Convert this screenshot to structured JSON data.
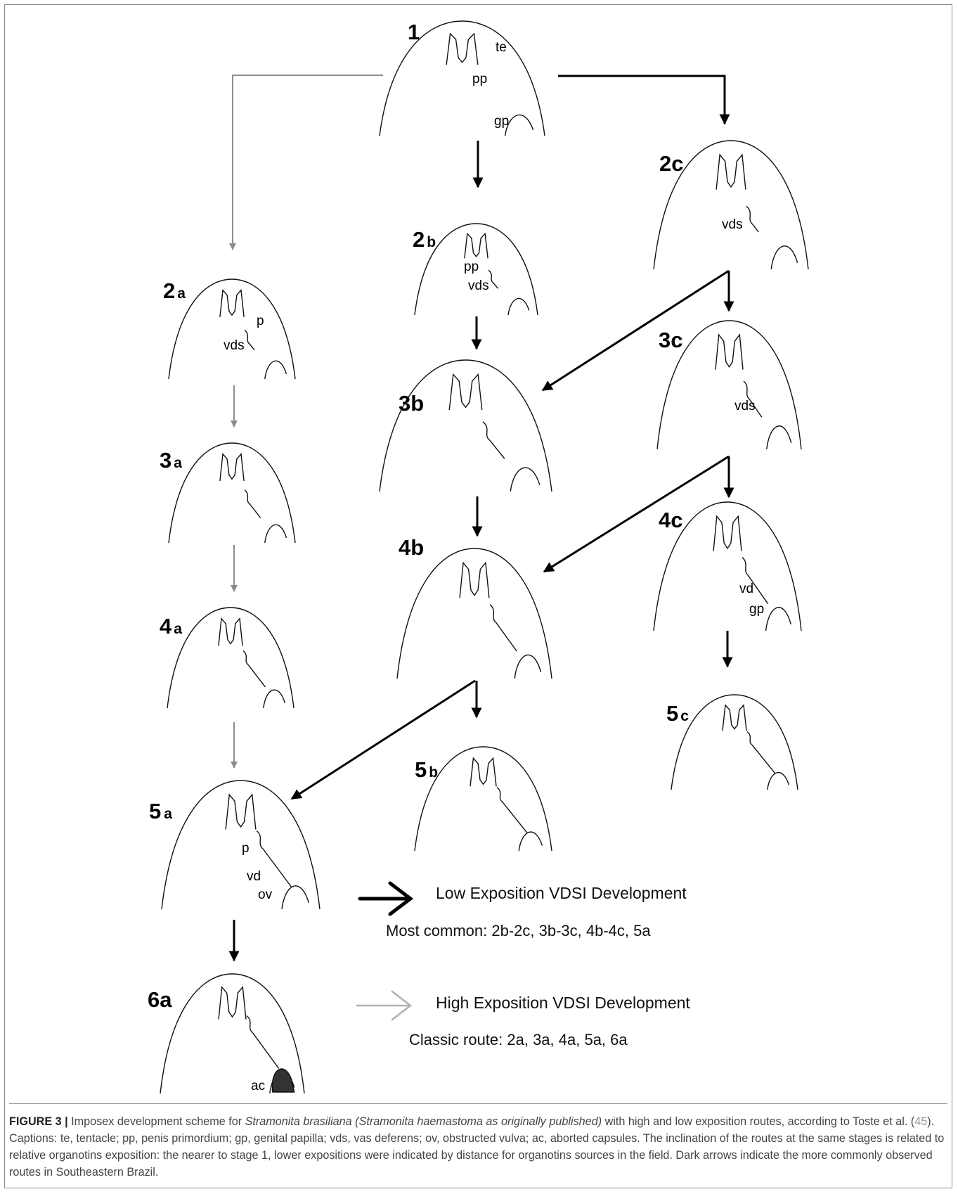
{
  "stages": [
    {
      "id": "1",
      "num": "1",
      "sub": "",
      "parts": [
        "te",
        "pp",
        "gp"
      ]
    },
    {
      "id": "2a",
      "num": "2",
      "sub": "a",
      "parts": [
        "p",
        "vds"
      ]
    },
    {
      "id": "2b",
      "num": "2",
      "sub": "b",
      "parts": [
        "pp",
        "vds"
      ]
    },
    {
      "id": "2c",
      "num": "2c",
      "sub": "",
      "parts": [
        "vds"
      ]
    },
    {
      "id": "3a",
      "num": "3",
      "sub": "a",
      "parts": []
    },
    {
      "id": "3b",
      "num": "3b",
      "sub": "",
      "parts": []
    },
    {
      "id": "3c",
      "num": "3c",
      "sub": "",
      "parts": [
        "vds"
      ]
    },
    {
      "id": "4a",
      "num": "4",
      "sub": "a",
      "parts": []
    },
    {
      "id": "4b",
      "num": "4b",
      "sub": "",
      "parts": []
    },
    {
      "id": "4c",
      "num": "4c",
      "sub": "",
      "parts": [
        "vd",
        "gp"
      ]
    },
    {
      "id": "5a",
      "num": "5",
      "sub": "a",
      "parts": [
        "p",
        "vd",
        "ov"
      ]
    },
    {
      "id": "5b",
      "num": "5",
      "sub": "b",
      "parts": []
    },
    {
      "id": "5c",
      "num": "5",
      "sub": "c",
      "parts": []
    },
    {
      "id": "6a",
      "num": "6a",
      "sub": "",
      "parts": [
        "ac"
      ]
    }
  ],
  "routes": {
    "low": {
      "color": "#000000"
    },
    "high": {
      "color": "#8c8c8c"
    }
  },
  "legend": {
    "low_title": "Low Exposition VDSI Development",
    "low_sub": "Most common: 2b-2c, 3b-3c, 4b-4c, 5a",
    "high_title": "High Exposition VDSI Development",
    "high_sub": "Classic route: 2a, 3a, 4a, 5a, 6a",
    "low_arrow_color": "#000000",
    "high_arrow_color": "#b0b0b0"
  },
  "caption": {
    "figure_label": "FIGURE 3 |",
    "t1": " Imposex development scheme for ",
    "species1": "Stramonita brasiliana (Stramonita haemastoma as originally published)",
    "t2": " with high and low exposition routes, according to Toste et al. (",
    "ref": "45",
    "t3": "). Captions: te, tentacle; pp, penis primordium; gp, genital papilla; vds, vas deferens; ov, obstructed vulva; ac, aborted capsules. The inclination of the routes at the same stages is related to relative organotins exposition: the nearer to stage 1, lower expositions were indicated by distance for organotins sources in the field. Dark arrows indicate the more commonly observed routes in Southeastern Brazil."
  }
}
